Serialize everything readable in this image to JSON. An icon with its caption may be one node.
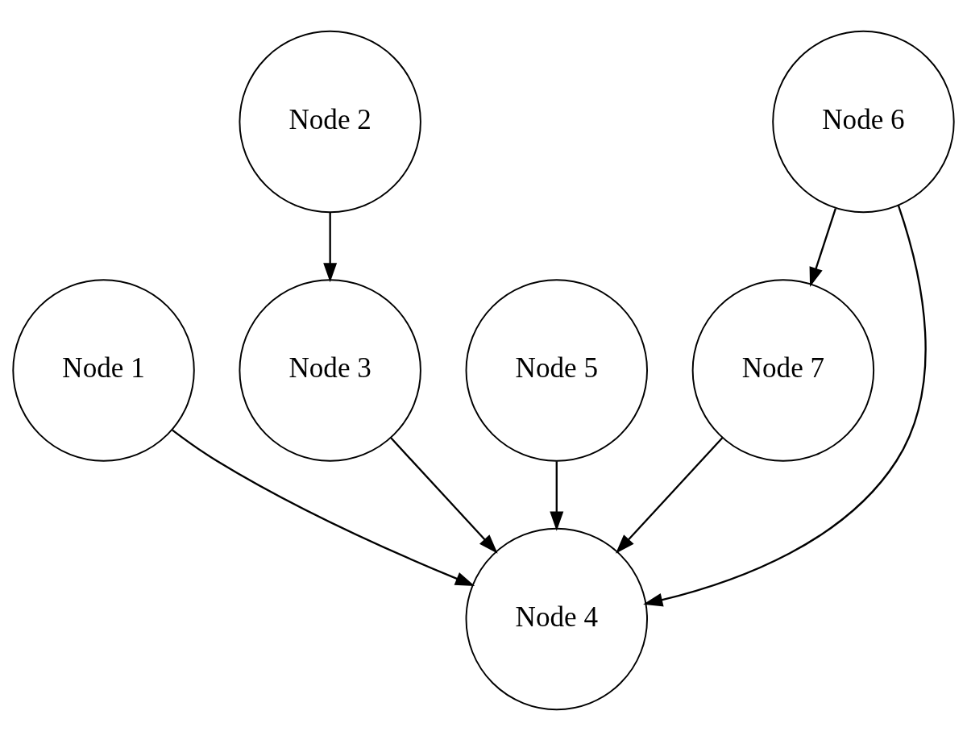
{
  "diagram": {
    "nodes": [
      {
        "text": [
          "Node 2"
        ]
      },
      {
        "text": [
          "Node 6"
        ]
      },
      {
        "text": [
          "Node 1"
        ]
      },
      {
        "text": [
          "Node 3"
        ]
      },
      {
        "text": [
          "Node 5"
        ]
      },
      {
        "text": [
          "Node 7"
        ]
      },
      {
        "text": [
          "Node 4"
        ]
      }
    ],
    "edges": [
      {
        "from": 2,
        "to": 6,
        "arrow": "to"
      },
      {
        "from": 0,
        "to": 3,
        "arrow": "to"
      },
      {
        "from": 3,
        "to": 6,
        "arrow": "to"
      },
      {
        "from": 4,
        "to": 6,
        "arrow": "to"
      },
      {
        "from": 1,
        "to": 6,
        "arrow": "to"
      },
      {
        "from": 1,
        "to": 5,
        "arrow": "to"
      },
      {
        "from": 5,
        "to": 6,
        "arrow": "to"
      }
    ]
  }
}
